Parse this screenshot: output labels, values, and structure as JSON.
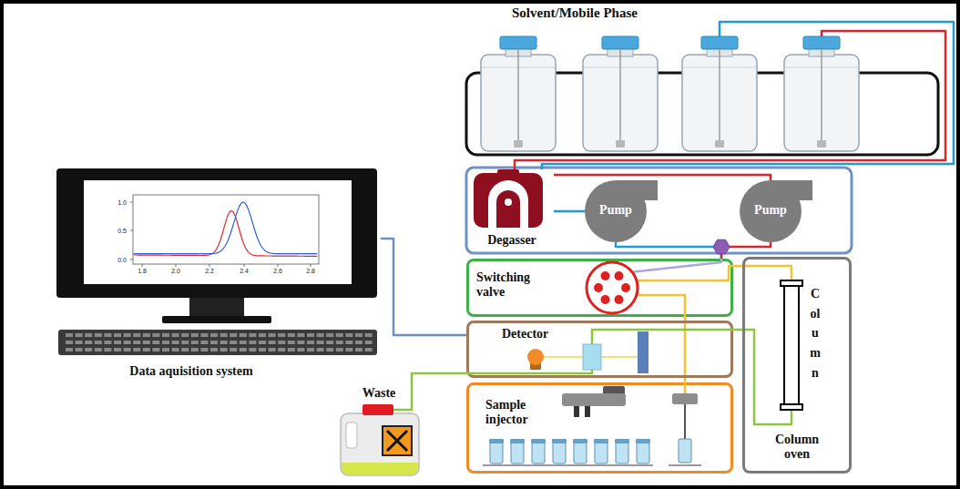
{
  "diagram": {
    "nodes": [
      {
        "text": [
          "Solvent/Mobile Phase"
        ]
      },
      {
        "text": [
          "Degasser"
        ]
      },
      {
        "text": [
          "Pump"
        ]
      },
      {
        "text": [
          "Pump"
        ]
      },
      {
        "text": [
          "Switching valve"
        ]
      },
      {
        "text": [
          "Detector"
        ]
      },
      {
        "text": [
          "Sample injector"
        ]
      },
      {
        "text": [
          "Column oven"
        ]
      },
      {
        "text": [
          "Column"
        ],
        "in": 7
      },
      {
        "text": [
          "Waste"
        ]
      },
      {
        "text": [
          "Data aquisition system"
        ]
      }
    ],
    "edges": [
      {
        "from": 0,
        "to": 1,
        "arrow": "none"
      },
      {
        "from": 0,
        "to": 1,
        "arrow": "none"
      },
      {
        "from": 1,
        "to": 2,
        "arrow": "none"
      },
      {
        "from": 1,
        "to": 3,
        "arrow": "none"
      },
      {
        "from": 2,
        "to": 4,
        "arrow": "none"
      },
      {
        "from": 3,
        "to": 4,
        "arrow": "none"
      },
      {
        "from": 4,
        "to": 8,
        "arrow": "none"
      },
      {
        "from": 4,
        "to": 6,
        "arrow": "none"
      },
      {
        "from": 8,
        "to": 5,
        "arrow": "none"
      },
      {
        "from": 5,
        "to": 9,
        "arrow": "none"
      },
      {
        "from": 5,
        "to": 10,
        "arrow": "none"
      }
    ],
    "labels": [
      "1.0",
      "0.5",
      "0.0",
      "1.8",
      "2.0",
      "2.2",
      "2.4",
      "2.6",
      "2.8"
    ]
  }
}
